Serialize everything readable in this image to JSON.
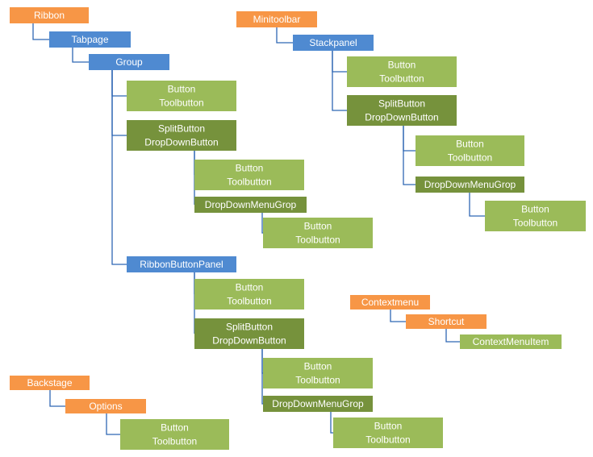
{
  "colors": {
    "orange": "#f79646",
    "blue": "#4f8ad1",
    "light_green": "#9bbb59",
    "dark_green": "#76923c",
    "connector": "#2f67b4"
  },
  "nodes": [
    {
      "id": "ribbon",
      "lines": [
        "Ribbon"
      ],
      "color": "orange"
    },
    {
      "id": "tabpage",
      "lines": [
        "Tabpage"
      ],
      "color": "blue"
    },
    {
      "id": "group",
      "lines": [
        "Group"
      ],
      "color": "blue"
    },
    {
      "id": "group-button",
      "lines": [
        "Button",
        "Toolbutton"
      ],
      "color": "light_green"
    },
    {
      "id": "group-splitbutton",
      "lines": [
        "SplitButton",
        "DropDownButton"
      ],
      "color": "dark_green"
    },
    {
      "id": "group-split-button",
      "lines": [
        "Button",
        "Toolbutton"
      ],
      "color": "light_green"
    },
    {
      "id": "group-ddmg",
      "lines": [
        "DropDownMenuGrop"
      ],
      "color": "dark_green"
    },
    {
      "id": "group-ddmg-button",
      "lines": [
        "Button",
        "Toolbutton"
      ],
      "color": "light_green"
    },
    {
      "id": "rbp",
      "lines": [
        "RibbonButtonPanel"
      ],
      "color": "blue"
    },
    {
      "id": "rbp-button",
      "lines": [
        "Button",
        "Toolbutton"
      ],
      "color": "light_green"
    },
    {
      "id": "rbp-splitbutton",
      "lines": [
        "SplitButton",
        "DropDownButton"
      ],
      "color": "dark_green"
    },
    {
      "id": "rbp-split-button",
      "lines": [
        "Button",
        "Toolbutton"
      ],
      "color": "light_green"
    },
    {
      "id": "rbp-ddmg",
      "lines": [
        "DropDownMenuGrop"
      ],
      "color": "dark_green"
    },
    {
      "id": "rbp-ddmg-button",
      "lines": [
        "Button",
        "Toolbutton"
      ],
      "color": "light_green"
    },
    {
      "id": "minitoolbar",
      "lines": [
        "Minitoolbar"
      ],
      "color": "orange"
    },
    {
      "id": "stackpanel",
      "lines": [
        "Stackpanel"
      ],
      "color": "blue"
    },
    {
      "id": "stack-button",
      "lines": [
        "Button",
        "Toolbutton"
      ],
      "color": "light_green"
    },
    {
      "id": "stack-splitbutton",
      "lines": [
        "SplitButton",
        "DropDownButton"
      ],
      "color": "dark_green"
    },
    {
      "id": "stack-split-button",
      "lines": [
        "Button",
        "Toolbutton"
      ],
      "color": "light_green"
    },
    {
      "id": "stack-ddmg",
      "lines": [
        "DropDownMenuGrop"
      ],
      "color": "dark_green"
    },
    {
      "id": "stack-ddmg-button",
      "lines": [
        "Button",
        "Toolbutton"
      ],
      "color": "light_green"
    },
    {
      "id": "contextmenu",
      "lines": [
        "Contextmenu"
      ],
      "color": "orange"
    },
    {
      "id": "shortcut",
      "lines": [
        "Shortcut"
      ],
      "color": "orange"
    },
    {
      "id": "contextmenuitem",
      "lines": [
        "ContextMenuItem"
      ],
      "color": "light_green"
    },
    {
      "id": "backstage",
      "lines": [
        "Backstage"
      ],
      "color": "orange"
    },
    {
      "id": "options",
      "lines": [
        "Options"
      ],
      "color": "orange"
    },
    {
      "id": "options-button",
      "lines": [
        "Button",
        "Toolbutton"
      ],
      "color": "light_green"
    }
  ],
  "edges": [
    [
      "ribbon",
      "tabpage"
    ],
    [
      "tabpage",
      "group"
    ],
    [
      "group",
      "group-button"
    ],
    [
      "group",
      "group-splitbutton"
    ],
    [
      "group",
      "rbp"
    ],
    [
      "group-splitbutton",
      "group-split-button"
    ],
    [
      "group-splitbutton",
      "group-ddmg"
    ],
    [
      "group-ddmg",
      "group-ddmg-button"
    ],
    [
      "rbp",
      "rbp-button"
    ],
    [
      "rbp",
      "rbp-splitbutton"
    ],
    [
      "rbp-splitbutton",
      "rbp-split-button"
    ],
    [
      "rbp-splitbutton",
      "rbp-ddmg"
    ],
    [
      "rbp-ddmg",
      "rbp-ddmg-button"
    ],
    [
      "minitoolbar",
      "stackpanel"
    ],
    [
      "stackpanel",
      "stack-button"
    ],
    [
      "stackpanel",
      "stack-splitbutton"
    ],
    [
      "stack-splitbutton",
      "stack-split-button"
    ],
    [
      "stack-splitbutton",
      "stack-ddmg"
    ],
    [
      "stack-ddmg",
      "stack-ddmg-button"
    ],
    [
      "contextmenu",
      "shortcut"
    ],
    [
      "shortcut",
      "contextmenuitem"
    ],
    [
      "backstage",
      "options"
    ],
    [
      "options",
      "options-button"
    ]
  ]
}
